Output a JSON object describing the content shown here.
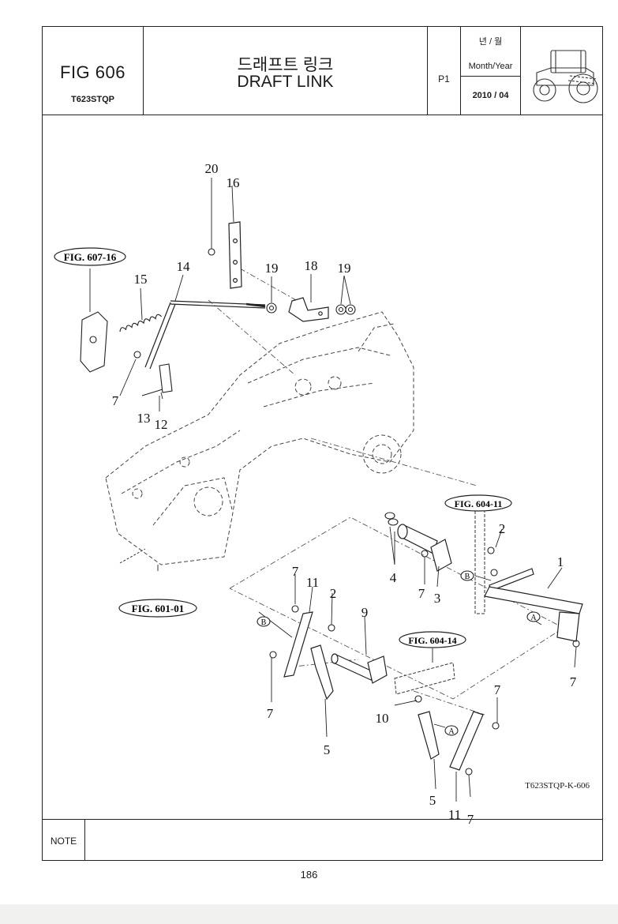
{
  "header": {
    "fig_number": "FIG 606",
    "model": "T623STQP",
    "title_korean": "드래프트 링크",
    "title_english": "DRAFT LINK",
    "page_code": "P1",
    "date_label_korean": "년 / 월",
    "date_label_english": "Month/Year",
    "date_value": "2010 / 04",
    "thumbnail_icon": "tractor-icon"
  },
  "diagram": {
    "callouts": {
      "c1": "1",
      "c2a": "2",
      "c2b": "2",
      "c3": "3",
      "c4": "4",
      "c5a": "5",
      "c5b": "5",
      "c7a": "7",
      "c7b": "7",
      "c7c": "7",
      "c7d": "7",
      "c7e": "7",
      "c7f": "7",
      "c7g": "7",
      "c9": "9",
      "c10": "10",
      "c11a": "11",
      "c11b": "11",
      "c12": "12",
      "c13": "13",
      "c14": "14",
      "c15": "15",
      "c16": "16",
      "c18": "18",
      "c19a": "19",
      "c19b": "19",
      "c20": "20"
    },
    "fig_refs": {
      "ref_607_16": "FIG. 607-16",
      "ref_601_01": "FIG. 601-01",
      "ref_604_11": "FIG. 604-11",
      "ref_604_14": "FIG. 604-14"
    },
    "markers": {
      "a1": "A",
      "a2": "A",
      "b1": "B",
      "b2": "B"
    },
    "reference_code": "T623STQP-K-606"
  },
  "footer": {
    "note_label": "NOTE",
    "note_text": "",
    "page_number": "186"
  }
}
